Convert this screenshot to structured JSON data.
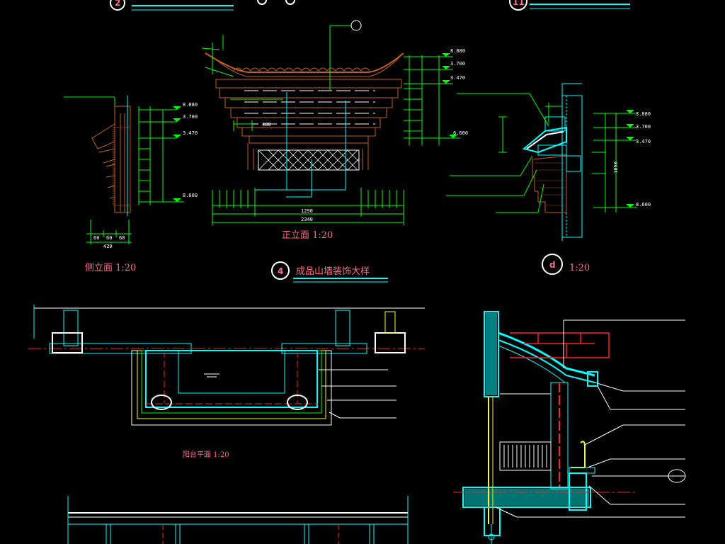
{
  "labels": {
    "side_elevation": "侧立面 1:20",
    "front_elevation": "正立面 1:20",
    "detail_title": "成品山墙装饰大样",
    "detail_number": "4",
    "section_d_label": "d",
    "section_d_scale": "1:20",
    "balcony_plan": "阳台平面 1:20",
    "top_left_number": "2",
    "top_right_number": "11"
  },
  "dimensions": {
    "front_total": "2340",
    "front_inner": "1290",
    "front_small": "480",
    "side_total": "420",
    "side_parts": [
      "60",
      "60",
      "60"
    ],
    "section_height": "1050"
  },
  "elevations": {
    "side_marks": [
      "8.880",
      "3.700",
      "3.470",
      "8.600"
    ],
    "front_marks": [
      "8.880",
      "3.700",
      "3.470",
      "6.600"
    ],
    "section_marks": [
      "3.880",
      "3.700",
      "3.470",
      "8.600"
    ]
  },
  "colors": {
    "background": "#000000",
    "cyan": "#00ffff",
    "green": "#00ff00",
    "red": "#ff2020",
    "yellow": "#ffff00",
    "brown": "#c06020",
    "white": "#ffffff",
    "label": "#ff6a8a"
  }
}
